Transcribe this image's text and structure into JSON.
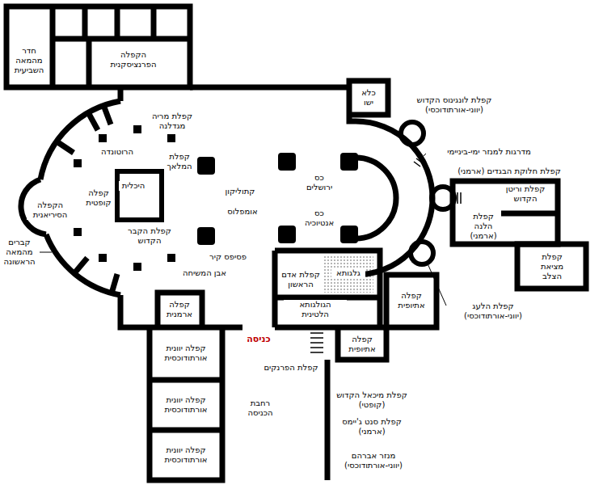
{
  "diagram": {
    "labels": [
      "חדר מהמאה השביעית",
      "הקפלה הפרנציסקנית",
      "כלא ישו",
      "קפלת מריה מגדלנה",
      "קפלת לונגינוס הקדוש (יווני-אורתודוכסי)",
      "מדרגות למנזר ימי-ביניימי",
      "קפלת חלוקת הבגדים (ארמני)",
      "הרוטונדה",
      "קפלת המלאך",
      "קתוליקון",
      "כס ירושלים",
      "אומפלוס",
      "כס אנטיוכיה",
      "היכלית",
      "קפלה קופטית",
      "הקפלה הסיריאנית",
      "קפלת הקבר הקדוש",
      "קברים מהמאה הראשונה",
      "קפלת וריטן הקדוש",
      "קפלת הלנה (ארמני)",
      "קפלת מציאת הצלב",
      "פסיפס קיר",
      "אבן המשיחה",
      "קפלת אדם הראשון",
      "גלגותא",
      "הגולגותא הלטינית",
      "קפלת הלעג (יווני-אורתודוכסי)",
      "קפלה אתיופית",
      "קפלה ארמנית",
      "כניסה",
      "קפלה אתיופית",
      "קפלת הפרנקים",
      "קפלה יוונית אורתודוכסית",
      "קפלה יוונית אורתודוכסית",
      "קפלה יוונית אורתודוכסית",
      "רחבת הכניסה",
      "קפלת מיכאל הקדוש (קופטי)",
      "קפלת סנט ג'יימס (ארמני)",
      "מנזר אברהם (יווני-אורתודוכסי)"
    ]
  }
}
